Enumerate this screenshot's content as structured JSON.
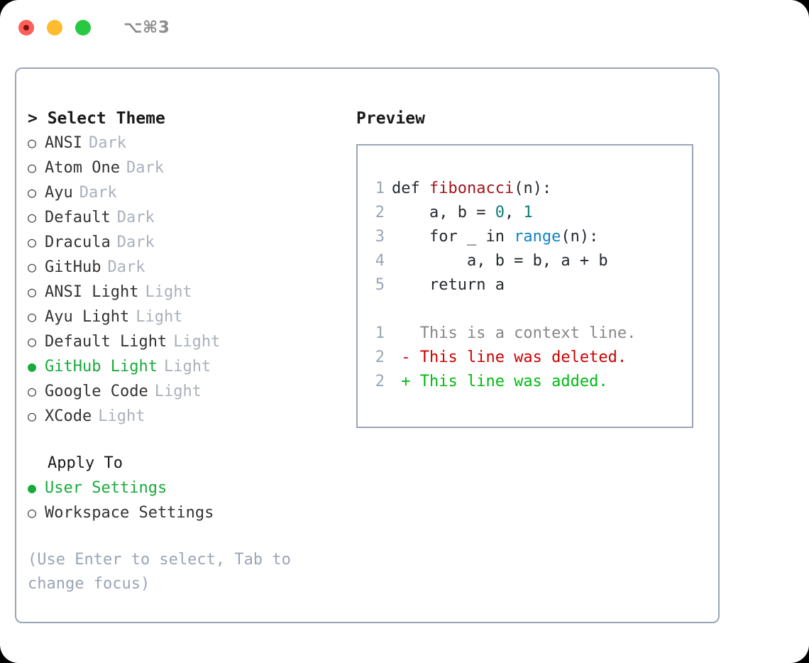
{
  "titlebar": {
    "shortcut": "⌥⌘3",
    "buttons": [
      {
        "name": "close",
        "color": "#ff5f57"
      },
      {
        "name": "minimize",
        "color": "#febc2e"
      },
      {
        "name": "maximize",
        "color": "#28c840"
      }
    ]
  },
  "accent_color": "#18ab3c",
  "left": {
    "heading": "> Select Theme",
    "themes": [
      {
        "marker": "○",
        "name": "ANSI",
        "variant": "Dark",
        "selected": false
      },
      {
        "marker": "○",
        "name": "Atom One",
        "variant": "Dark",
        "selected": false
      },
      {
        "marker": "○",
        "name": "Ayu",
        "variant": "Dark",
        "selected": false
      },
      {
        "marker": "○",
        "name": "Default",
        "variant": "Dark",
        "selected": false
      },
      {
        "marker": "○",
        "name": "Dracula",
        "variant": "Dark",
        "selected": false
      },
      {
        "marker": "○",
        "name": "GitHub",
        "variant": "Dark",
        "selected": false
      },
      {
        "marker": "○",
        "name": "ANSI Light",
        "variant": "Light",
        "selected": false
      },
      {
        "marker": "○",
        "name": "Ayu Light",
        "variant": "Light",
        "selected": false
      },
      {
        "marker": "○",
        "name": "Default Light",
        "variant": "Light",
        "selected": false
      },
      {
        "marker": "●",
        "name": "GitHub Light",
        "variant": "Light",
        "selected": true
      },
      {
        "marker": "○",
        "name": "Google Code",
        "variant": "Light",
        "selected": false
      },
      {
        "marker": "○",
        "name": "XCode",
        "variant": "Light",
        "selected": false
      }
    ],
    "apply_to_heading": "Apply To",
    "apply_to_options": [
      {
        "marker": "●",
        "name": "User Settings",
        "selected": true
      },
      {
        "marker": "○",
        "name": "Workspace Settings",
        "selected": false
      }
    ],
    "hint": "(Use Enter to select, Tab to change focus)"
  },
  "right": {
    "heading": "Preview",
    "code_lines": [
      {
        "num": "1",
        "tokens": [
          {
            "t": "def ",
            "c": "plain"
          },
          {
            "t": "fibonacci",
            "c": "func"
          },
          {
            "t": "(n):",
            "c": "plain"
          }
        ]
      },
      {
        "num": "2",
        "tokens": [
          {
            "t": "    a, b = ",
            "c": "plain"
          },
          {
            "t": "0",
            "c": "num"
          },
          {
            "t": ", ",
            "c": "plain"
          },
          {
            "t": "1",
            "c": "num"
          }
        ]
      },
      {
        "num": "3",
        "tokens": [
          {
            "t": "    for _ in ",
            "c": "plain"
          },
          {
            "t": "range",
            "c": "builtin"
          },
          {
            "t": "(n):",
            "c": "plain"
          }
        ]
      },
      {
        "num": "4",
        "tokens": [
          {
            "t": "        a, b = b, a + b",
            "c": "plain"
          }
        ]
      },
      {
        "num": "5",
        "tokens": [
          {
            "t": "    return a",
            "c": "plain"
          }
        ]
      }
    ],
    "diff_lines": [
      {
        "num": "1",
        "tokens": [
          {
            "t": "   This is a context line.",
            "c": "ctx"
          }
        ]
      },
      {
        "num": "2",
        "tokens": [
          {
            "t": " - This line was deleted.",
            "c": "del"
          }
        ]
      },
      {
        "num": "2",
        "tokens": [
          {
            "t": " + This line was added.",
            "c": "add"
          }
        ]
      }
    ]
  }
}
